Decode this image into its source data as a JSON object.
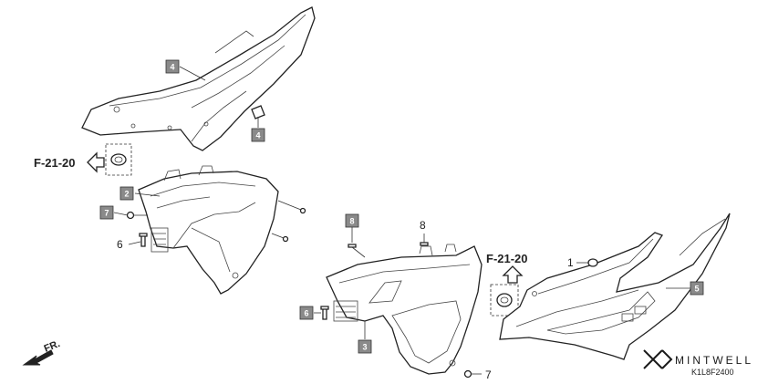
{
  "callouts": {
    "c4_top": "4",
    "c4_clip": "4",
    "c2": "2",
    "c7_left": "7",
    "c6_left": "6",
    "c8_box": "8",
    "c8_plain": "8",
    "c6_mid": "6",
    "c3": "3",
    "c7_bottom": "7",
    "c1": "1",
    "c5": "5"
  },
  "references": {
    "left": "F-21-20",
    "right": "F-21-20"
  },
  "direction": "FR.",
  "watermark": {
    "brand": "MINTWELL",
    "diagram_code": "K1L8F2400"
  },
  "colors": {
    "callout_box": "#8a8a8a",
    "line": "#222222"
  }
}
